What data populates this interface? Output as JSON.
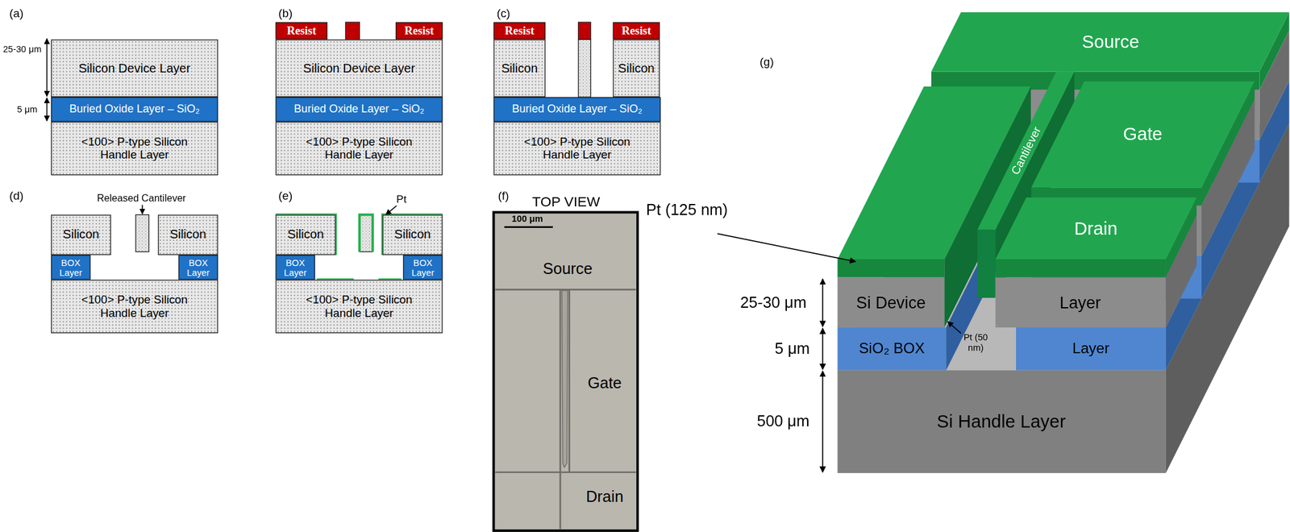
{
  "diagram": {
    "nodes": [
      {
        "text": [
          "Silicon Device Layer"
        ]
      },
      {
        "text": [
          "Buried Oxide Layer – SiO₂"
        ]
      },
      {
        "text": [
          "<100> P-type Silicon Handle Layer"
        ]
      },
      {
        "text": [
          "Resist"
        ]
      },
      {
        "text": [
          "Resist"
        ]
      },
      {
        "text": [
          "Silicon Device Layer"
        ]
      },
      {
        "text": [
          "Buried Oxide Layer – SiO₂"
        ]
      },
      {
        "text": [
          "<100> P-type Silicon Handle Layer"
        ]
      },
      {
        "text": [
          "Resist"
        ]
      },
      {
        "text": [
          "Resist"
        ]
      },
      {
        "text": [
          "Silicon"
        ]
      },
      {
        "text": [
          "Silicon"
        ]
      },
      {
        "text": [
          "Buried Oxide Layer – SiO₂"
        ]
      },
      {
        "text": [
          "<100> P-type Silicon Handle Layer"
        ]
      },
      {
        "text": [
          "Silicon"
        ]
      },
      {
        "text": [
          "Silicon"
        ]
      },
      {
        "text": [
          "BOX Layer"
        ]
      },
      {
        "text": [
          "BOX Layer"
        ]
      },
      {
        "text": [
          "<100> P-type Silicon Handle Layer"
        ]
      },
      {
        "text": [
          "Silicon"
        ]
      },
      {
        "text": [
          "Silicon"
        ]
      },
      {
        "text": [
          "BOX Layer"
        ]
      },
      {
        "text": [
          "BOX Layer"
        ]
      },
      {
        "text": [
          "<100> P-type Silicon Handle Layer"
        ]
      }
    ],
    "labels": [
      "(a)",
      "25-30 μm",
      "5 μm",
      "(b)",
      "(c)",
      "(d)",
      "Released Cantilever",
      "(e)",
      "Pt",
      "(f)",
      "TOP VIEW",
      "100 μm",
      "Source",
      "Gate",
      "Drain",
      "(g)",
      "Source",
      "Cantilever",
      "Gate",
      "Drain",
      "Pt (125 nm)",
      "25-30 μm",
      "5 μm",
      "500 μm",
      "Si Device",
      "Layer",
      "Pt (50 nm)",
      "SiO₂ BOX",
      "Layer",
      "Si Handle Layer"
    ]
  }
}
